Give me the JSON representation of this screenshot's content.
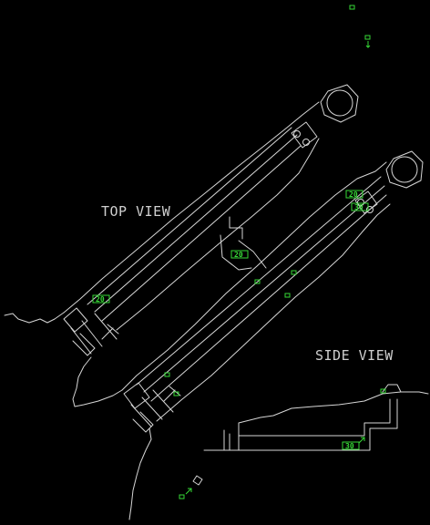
{
  "labels": {
    "top_view": "TOP VIEW",
    "side_view": "SIDE VIEW"
  },
  "tags": {
    "upper_nozzle_a": "20",
    "upper_nozzle_b": "30",
    "bridge": "20",
    "left_base": "20",
    "side_step": "30"
  },
  "colors": {
    "background": "#000000",
    "linework": "#d6d6d6",
    "markers": "#36d836"
  }
}
